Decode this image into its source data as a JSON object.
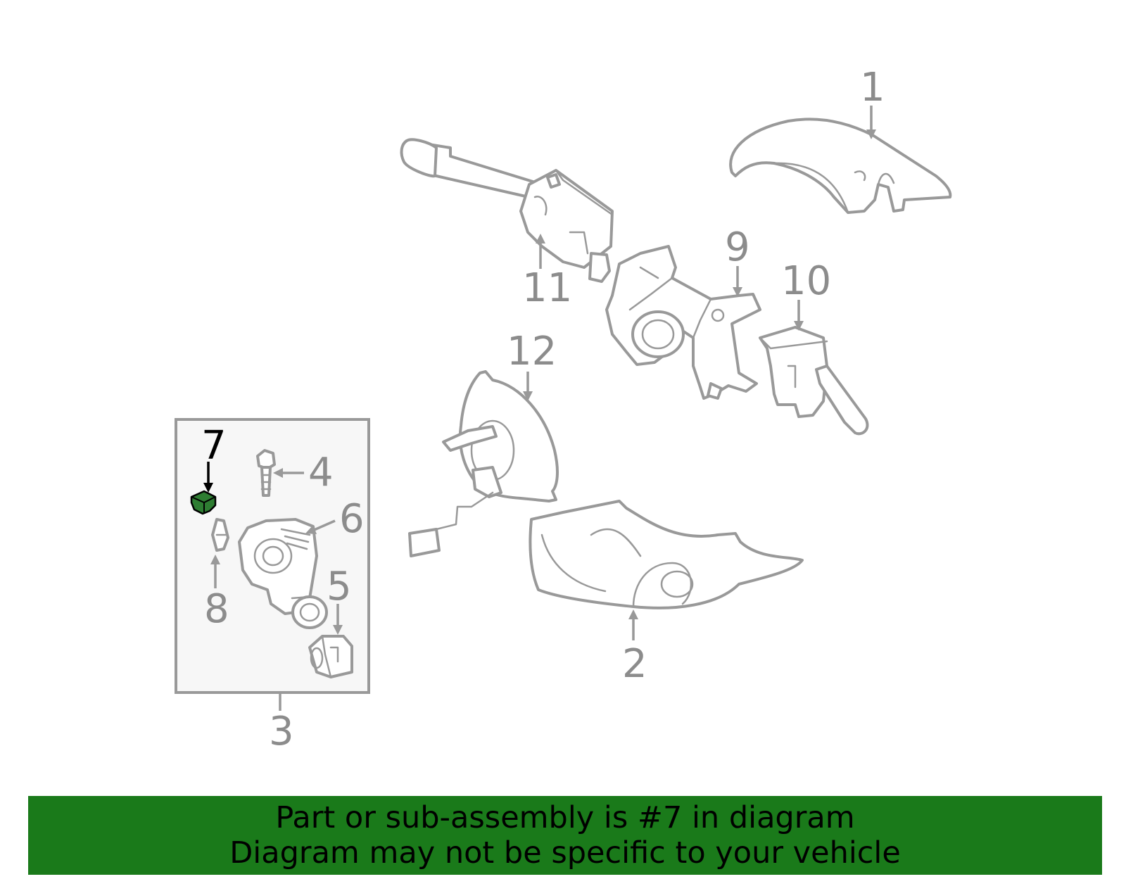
{
  "callouts": {
    "c1": "1",
    "c2": "2",
    "c3": "3",
    "c4": "4",
    "c5": "5",
    "c6": "6",
    "c7": "7",
    "c8": "8",
    "c9": "9",
    "c10": "10",
    "c11": "11",
    "c12": "12"
  },
  "highlight": {
    "part_number": "7",
    "color": "#2e7d32"
  },
  "banner": {
    "line1": "Part or sub-assembly is #7 in diagram",
    "line2": "Diagram may not be specific to your vehicle",
    "color": "#1a7a1a"
  }
}
